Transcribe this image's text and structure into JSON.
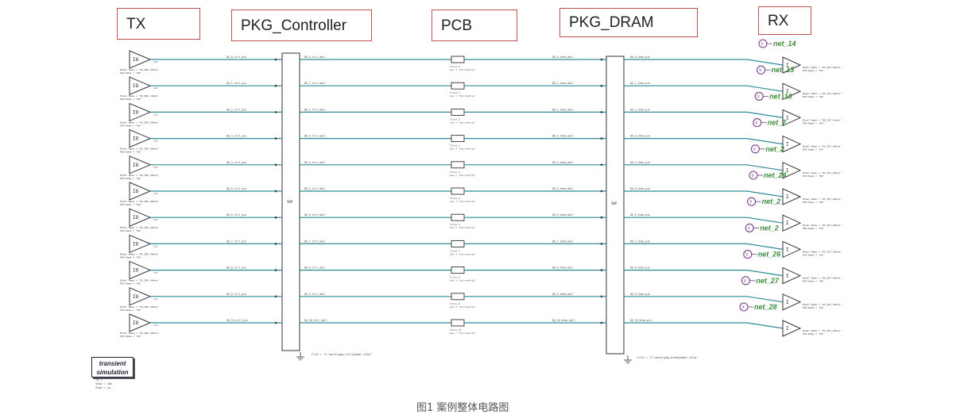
{
  "headers": {
    "tx": "TX",
    "pkg_controller": "PKG_Controller",
    "pcb": "PCB",
    "pkg_dram": "PKG_DRAM",
    "rx": "RX"
  },
  "sim_block": {
    "line1": "transient",
    "line2": "simulation"
  },
  "caption": "图1 案例整体电路图",
  "net_labels": [
    "net_14",
    "net_15",
    "net_10",
    "net_2",
    "net_2",
    "net_24",
    "net_2",
    "net_2",
    "net_26",
    "net_27",
    "net_28"
  ],
  "colors": {
    "header_border": "#c0504d",
    "wire": "#2e8b9a",
    "net_label": "#3a8c3a",
    "probe": "#7a3f8f",
    "component": "#333333"
  },
  "channel_count": 11
}
